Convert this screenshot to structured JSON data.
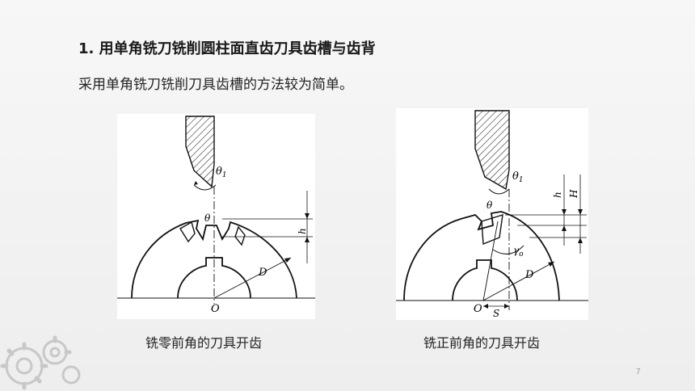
{
  "slide": {
    "heading": "1. 用单角铣刀铣削圆柱面直齿刀具齿槽与齿背",
    "subtitle": "采用单角铣刀铣削刀具齿槽的方法较为简单。",
    "page_number": "7"
  },
  "figures": [
    {
      "caption": "铣零前角的刀具开齿",
      "labels": {
        "theta1": "θ",
        "theta1_sub": "1",
        "theta": "θ",
        "h": "h",
        "D": "D",
        "O": "O"
      }
    },
    {
      "caption": "铣正前角的刀具开齿",
      "labels": {
        "theta1": "θ",
        "theta1_sub": "1",
        "theta": "θ",
        "h": "h",
        "H": "H",
        "gamma": "γ",
        "gamma_sub": "o",
        "D": "D",
        "O": "O",
        "S": "S"
      }
    }
  ],
  "decoration": {
    "icon": "gears-icon",
    "color": "#c8c8c8"
  }
}
